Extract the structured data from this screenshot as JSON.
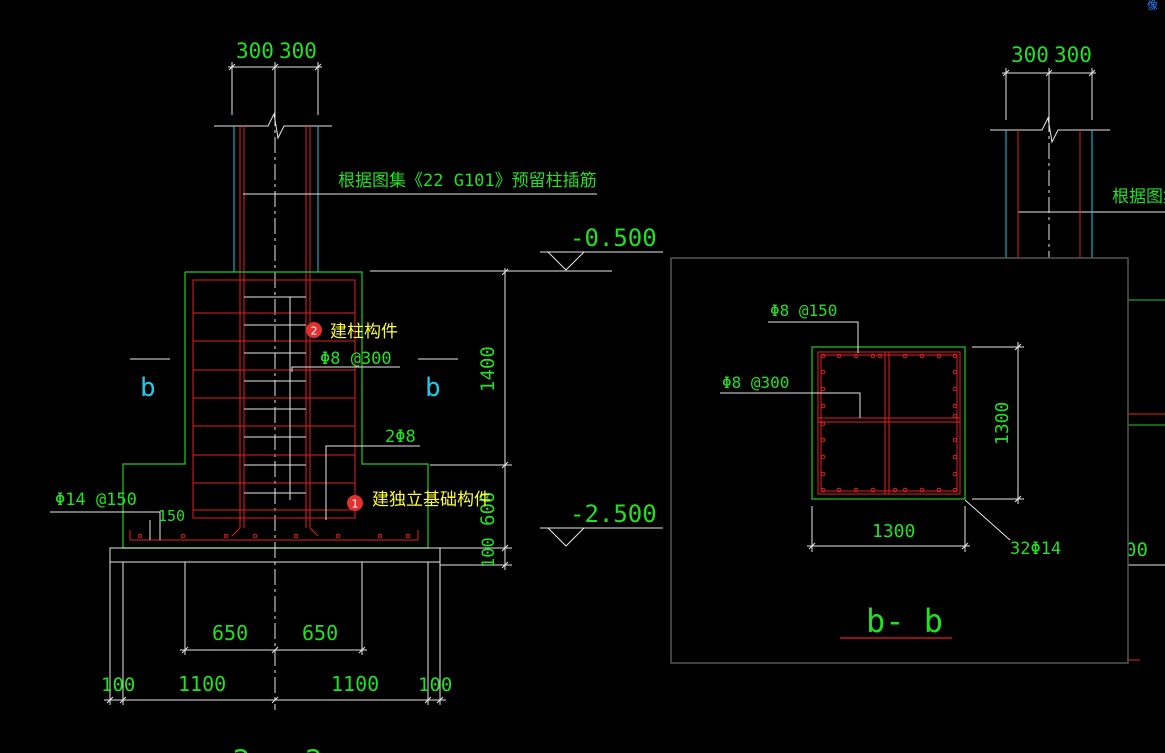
{
  "colors": {
    "background": "#000000",
    "concrete_outline": "#22cc22",
    "rebar": "#e02020",
    "dimension": "#e8e8e8",
    "dim_text": "#22e022",
    "section_label": "#22c8e8",
    "marker_fill": "#e03030",
    "marker_text": "#ffff30"
  },
  "corner_label": "像",
  "left_view": {
    "top_dims": [
      "300",
      "300"
    ],
    "note": "根据图集《22 G101》预留柱插筋",
    "elev_top": "-0.500",
    "elev_bottom": "-2.500",
    "section_mark_left": "b",
    "section_mark_right": "b",
    "rebar_stirrup": "Φ8 @300",
    "rebar_tie": "2Φ8",
    "rebar_base": "Φ14 @150",
    "cover_dim": "150",
    "vert_dims": [
      "1400",
      "600",
      "100"
    ],
    "base_dims_inner": [
      "650",
      "650"
    ],
    "base_dims_outer": [
      "100",
      "1100",
      "1100",
      "100"
    ],
    "bottom_label_partial": "a - a"
  },
  "markers": [
    {
      "num": "2",
      "label": "建柱构件"
    },
    {
      "num": "1",
      "label": "建独立基础构件"
    }
  ],
  "section_bb": {
    "title": "b- b",
    "rebar_top": "Φ8 @150",
    "rebar_side": "Φ8 @300",
    "dim_right": "1300",
    "dim_bottom": "1300",
    "main_bars": "32Φ14"
  },
  "right_view": {
    "top_dims": [
      "300",
      "300"
    ],
    "note_partial": "根据图集",
    "dim_partial": "00"
  }
}
